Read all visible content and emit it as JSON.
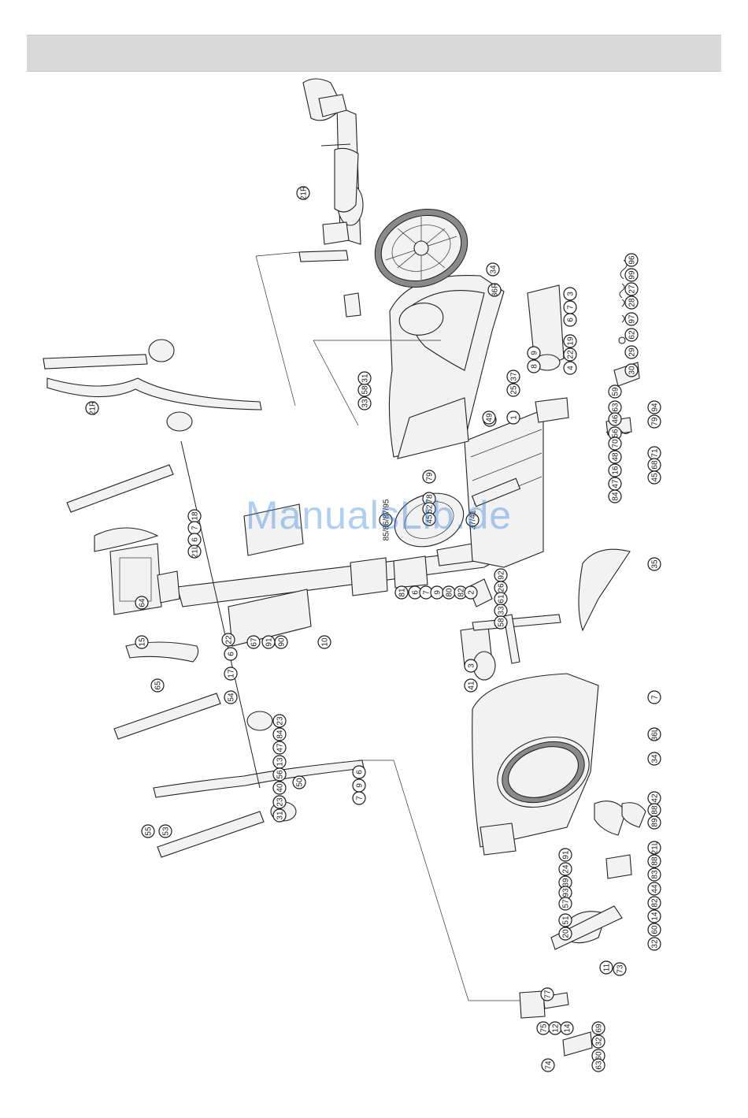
{
  "watermark": "ManualsLib.de",
  "callouts": [
    {
      "label": "96"
    },
    {
      "label": "99"
    },
    {
      "label": "27"
    },
    {
      "label": "28"
    },
    {
      "label": "97"
    },
    {
      "label": "62"
    },
    {
      "label": "29"
    },
    {
      "label": "30"
    },
    {
      "label": "3"
    },
    {
      "label": "7"
    },
    {
      "label": "6"
    },
    {
      "label": "19"
    },
    {
      "label": "22"
    },
    {
      "label": "4"
    },
    {
      "label": "34"
    },
    {
      "label": "36R"
    },
    {
      "label": "1"
    },
    {
      "label": "49"
    },
    {
      "label": "59"
    },
    {
      "label": "94"
    },
    {
      "label": "63"
    },
    {
      "label": "46"
    },
    {
      "label": "79"
    },
    {
      "label": "56"
    },
    {
      "label": "70"
    },
    {
      "label": "71"
    },
    {
      "label": "48"
    },
    {
      "label": "68"
    },
    {
      "label": "16"
    },
    {
      "label": "45"
    },
    {
      "label": "47"
    },
    {
      "label": "84"
    },
    {
      "label": "25"
    },
    {
      "label": "8"
    },
    {
      "label": "9"
    },
    {
      "label": "37"
    },
    {
      "label": "58"
    },
    {
      "label": "33"
    },
    {
      "label": "31"
    },
    {
      "label": "79"
    },
    {
      "label": "78"
    },
    {
      "label": "52"
    },
    {
      "label": "45"
    },
    {
      "label": "85/86/87/95"
    },
    {
      "label": "37/41"
    },
    {
      "label": "35"
    },
    {
      "label": "92"
    },
    {
      "label": "26"
    },
    {
      "label": "61"
    },
    {
      "label": "33"
    },
    {
      "label": "58"
    },
    {
      "label": "81"
    },
    {
      "label": "6"
    },
    {
      "label": "7"
    },
    {
      "label": "9"
    },
    {
      "label": "80"
    },
    {
      "label": "82"
    },
    {
      "label": "2"
    },
    {
      "label": "3"
    },
    {
      "label": "41"
    },
    {
      "label": "49"
    },
    {
      "label": "10"
    },
    {
      "label": "90"
    },
    {
      "label": "91"
    },
    {
      "label": "67"
    },
    {
      "label": "21R"
    },
    {
      "label": "18"
    },
    {
      "label": "7"
    },
    {
      "label": "6"
    },
    {
      "label": "21L"
    },
    {
      "label": "64"
    },
    {
      "label": "15"
    },
    {
      "label": "65"
    },
    {
      "label": "17"
    },
    {
      "label": "6"
    },
    {
      "label": "22"
    },
    {
      "label": "54"
    },
    {
      "label": "53"
    },
    {
      "label": "55"
    },
    {
      "label": "23"
    },
    {
      "label": "84"
    },
    {
      "label": "47"
    },
    {
      "label": "13"
    },
    {
      "label": "56"
    },
    {
      "label": "40"
    },
    {
      "label": "23"
    },
    {
      "label": "31"
    },
    {
      "label": "50"
    },
    {
      "label": "7"
    },
    {
      "label": "9"
    },
    {
      "label": "6"
    },
    {
      "label": "7"
    },
    {
      "label": "36L"
    },
    {
      "label": "34"
    },
    {
      "label": "42"
    },
    {
      "label": "88"
    },
    {
      "label": "89"
    },
    {
      "label": "91"
    },
    {
      "label": "24"
    },
    {
      "label": "39"
    },
    {
      "label": "93"
    },
    {
      "label": "57"
    },
    {
      "label": "51"
    },
    {
      "label": "20"
    },
    {
      "label": "21L"
    },
    {
      "label": "88"
    },
    {
      "label": "83"
    },
    {
      "label": "44"
    },
    {
      "label": "82"
    },
    {
      "label": "14"
    },
    {
      "label": "60"
    },
    {
      "label": "32"
    },
    {
      "label": "11"
    },
    {
      "label": "73"
    },
    {
      "label": "77"
    },
    {
      "label": "75"
    },
    {
      "label": "12"
    },
    {
      "label": "14"
    },
    {
      "label": "69"
    },
    {
      "label": "32"
    },
    {
      "label": "60"
    },
    {
      "label": "74"
    },
    {
      "label": "63"
    },
    {
      "label": "21R"
    }
  ]
}
